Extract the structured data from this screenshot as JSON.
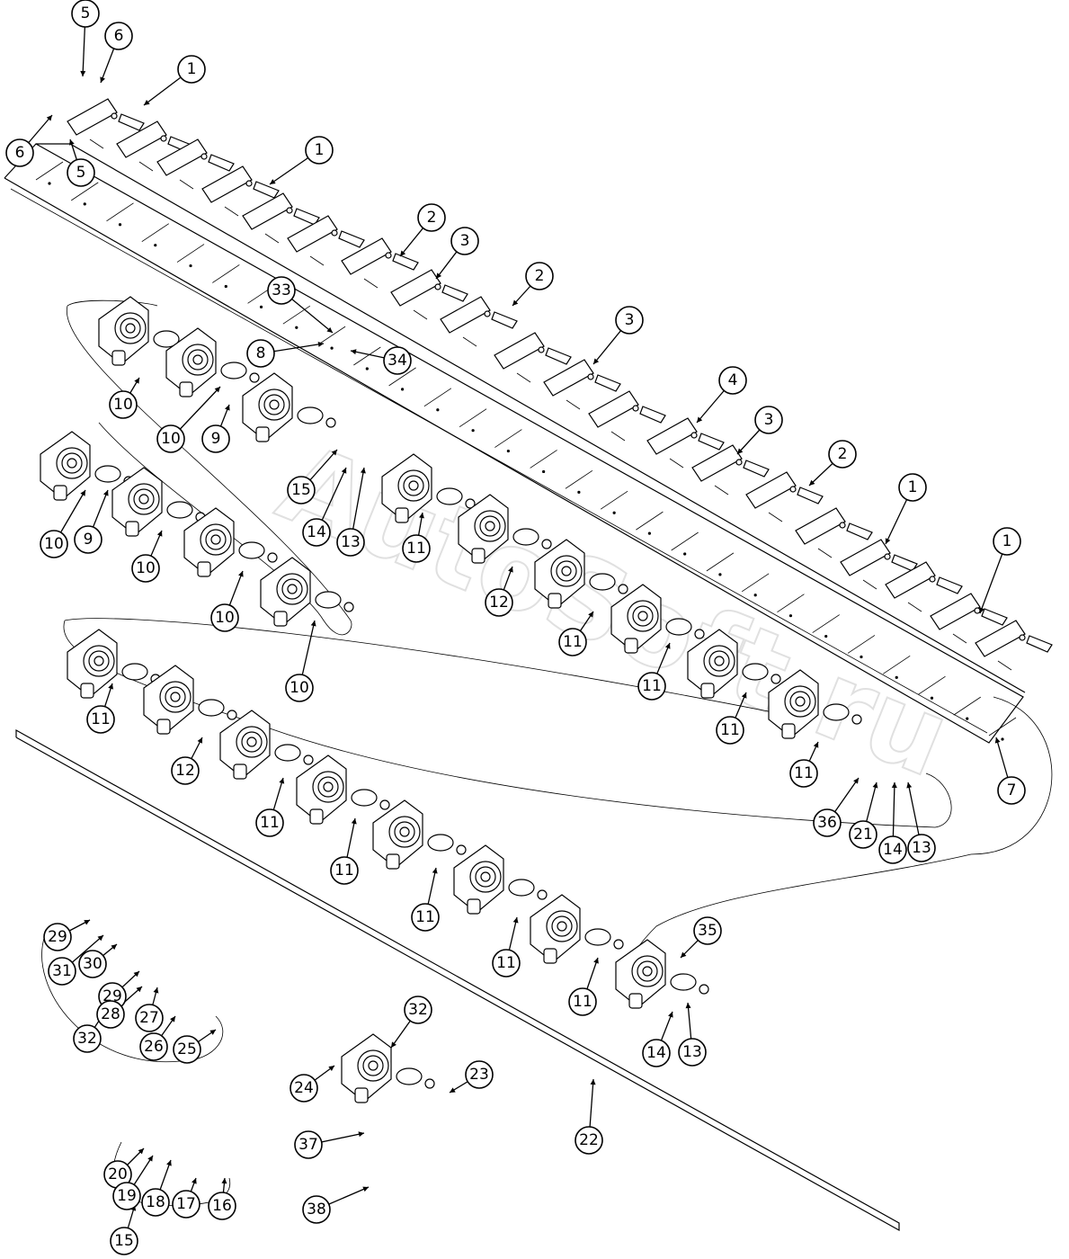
{
  "watermark": "AutoSoft.ru",
  "callouts": [
    {
      "label": "5"
    },
    {
      "label": "6"
    },
    {
      "label": "1"
    },
    {
      "label": "6"
    },
    {
      "label": "5"
    },
    {
      "label": "1"
    },
    {
      "label": "2"
    },
    {
      "label": "3"
    },
    {
      "label": "2"
    },
    {
      "label": "33"
    },
    {
      "label": "8"
    },
    {
      "label": "34"
    },
    {
      "label": "3"
    },
    {
      "label": "4"
    },
    {
      "label": "3"
    },
    {
      "label": "2"
    },
    {
      "label": "1"
    },
    {
      "label": "1"
    },
    {
      "label": "10"
    },
    {
      "label": "10"
    },
    {
      "label": "9"
    },
    {
      "label": "15"
    },
    {
      "label": "14"
    },
    {
      "label": "13"
    },
    {
      "label": "10"
    },
    {
      "label": "9"
    },
    {
      "label": "10"
    },
    {
      "label": "10"
    },
    {
      "label": "10"
    },
    {
      "label": "11"
    },
    {
      "label": "12"
    },
    {
      "label": "11"
    },
    {
      "label": "11"
    },
    {
      "label": "11"
    },
    {
      "label": "11"
    },
    {
      "label": "7"
    },
    {
      "label": "11"
    },
    {
      "label": "12"
    },
    {
      "label": "11"
    },
    {
      "label": "11"
    },
    {
      "label": "11"
    },
    {
      "label": "11"
    },
    {
      "label": "11"
    },
    {
      "label": "36"
    },
    {
      "label": "21"
    },
    {
      "label": "14"
    },
    {
      "label": "13"
    },
    {
      "label": "35"
    },
    {
      "label": "14"
    },
    {
      "label": "13"
    },
    {
      "label": "29"
    },
    {
      "label": "31"
    },
    {
      "label": "30"
    },
    {
      "label": "29"
    },
    {
      "label": "28"
    },
    {
      "label": "27"
    },
    {
      "label": "32"
    },
    {
      "label": "26"
    },
    {
      "label": "25"
    },
    {
      "label": "32"
    },
    {
      "label": "24"
    },
    {
      "label": "23"
    },
    {
      "label": "22"
    },
    {
      "label": "37"
    },
    {
      "label": "38"
    },
    {
      "label": "20"
    },
    {
      "label": "19"
    },
    {
      "label": "18"
    },
    {
      "label": "17"
    },
    {
      "label": "16"
    },
    {
      "label": "15"
    }
  ]
}
